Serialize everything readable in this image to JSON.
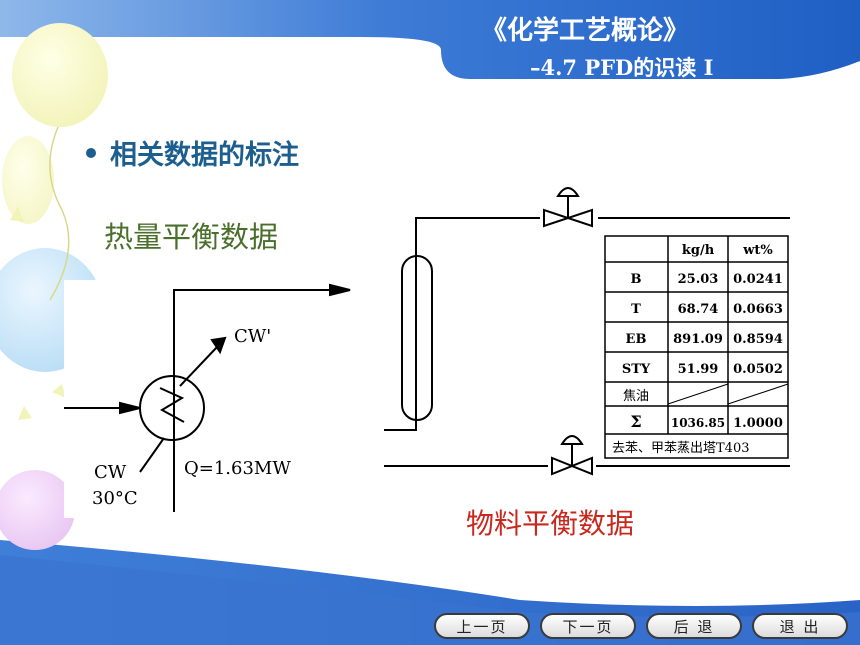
{
  "header": {
    "title": "《化学工艺概论》",
    "subtitle": "–4.7 PFD的识读 I"
  },
  "bullet": {
    "text": "相关数据的标注"
  },
  "labels": {
    "heat_balance": "热量平衡数据",
    "material_balance": "物料平衡数据"
  },
  "heat_diagram": {
    "cw_out": "CW'",
    "cw_in": "CW",
    "temp": "30°C",
    "duty": "Q=1.63MW"
  },
  "stream_table": {
    "headers": [
      "",
      "kg/h",
      "wt%"
    ],
    "rows": [
      [
        "B",
        "25.03",
        "0.0241"
      ],
      [
        "T",
        "68.74",
        "0.0663"
      ],
      [
        "EB",
        "891.09",
        "0.8594"
      ],
      [
        "STY",
        "51.99",
        "0.0502"
      ],
      [
        "焦油",
        "",
        ""
      ],
      [
        "Σ",
        "1036.85",
        "1.0000"
      ]
    ],
    "footer": "去苯、甲苯蒸出塔T403"
  },
  "nav": {
    "prev": "上一页",
    "next": "下一页",
    "back": "后 退",
    "exit": "退 出"
  },
  "colors": {
    "header_blue": "#2a66c8",
    "bullet_blue": "#1c5f8f",
    "heat_green": "#4a6f2a",
    "material_red": "#c8281e"
  }
}
